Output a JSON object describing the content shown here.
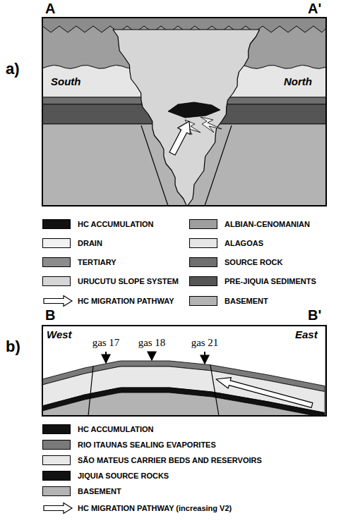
{
  "diagram": {
    "labels": [
      "A",
      "A'",
      "a)",
      "South",
      "North",
      "B",
      "B'",
      "b)",
      "West",
      "East",
      "gas 17",
      "gas 18",
      "gas 21"
    ],
    "legend": [
      {
        "text": "HC ACCUMULATION",
        "color": "#111111"
      },
      {
        "text": "DRAIN",
        "color": "#f2f2f2"
      },
      {
        "text": "TERTIARY",
        "color": "#8c8c8c"
      },
      {
        "text": "URUCUTU SLOPE SYSTEM",
        "color": "#d6d6d6"
      },
      {
        "text": "HC MIGRATION PATHWAY"
      },
      {
        "text": "ALBIAN-CENOMANIAN",
        "color": "#9e9e9e"
      },
      {
        "text": "ALAGOAS",
        "color": "#e6e6e6"
      },
      {
        "text": "SOURCE ROCK",
        "color": "#6f6f6f"
      },
      {
        "text": "PRE-JIQUIA SEDIMENTS",
        "color": "#555555"
      },
      {
        "text": "BASEMENT",
        "color": "#b3b3b3"
      },
      {
        "text": "HC ACCUMULATION",
        "color": "#111111"
      },
      {
        "text": "RIO ITAUNAS SEALING EVAPORITES",
        "color": "#7a7a7a"
      },
      {
        "text": "SÃO MATEUS CARRIER BEDS AND RESERVOIRS",
        "color": "#e8e8e8"
      },
      {
        "text": "JIQUIA SOURCE ROCKS",
        "color": "#111111"
      },
      {
        "text": "BASEMENT",
        "color": "#b3b3b3"
      },
      {
        "text": "HC MIGRATION PATHWAY (increasing V2)"
      }
    ]
  }
}
